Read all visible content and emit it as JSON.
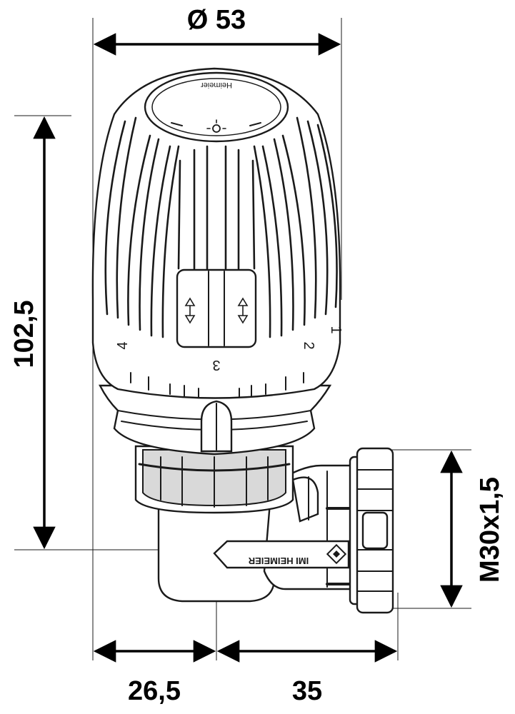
{
  "dimensions": {
    "diameter": "Ø 53",
    "height": "102,5",
    "thread": "M30x1,5",
    "left_offset": "26,5",
    "right_offset": "35"
  },
  "head_markings": {
    "scale_1": "1",
    "scale_2": "2",
    "scale_3": "3",
    "scale_4": "4",
    "brand_top": "Heimeier"
  },
  "valve_label": "IMI HEIMEIER"
}
